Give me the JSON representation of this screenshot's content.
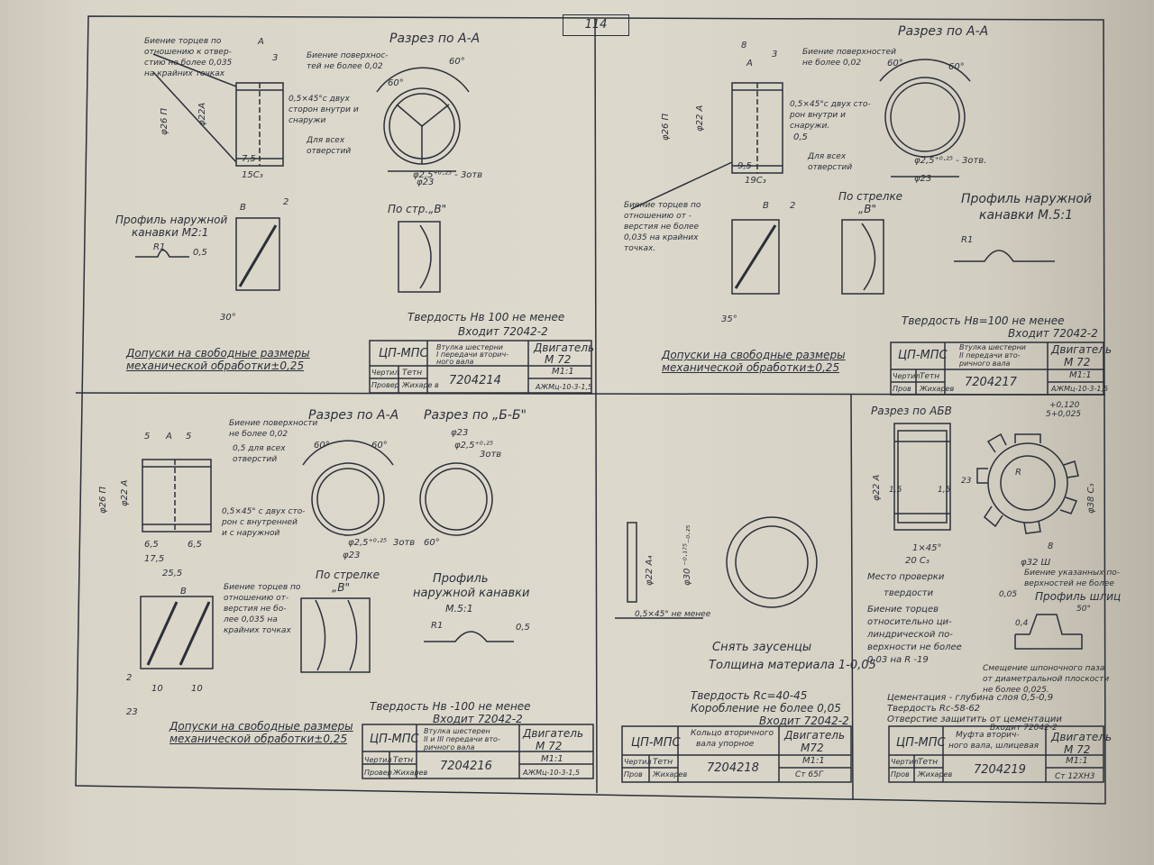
{
  "page_number": "114",
  "panels": [
    {
      "id": "7204214",
      "section": "Разрез по А-А",
      "view_title": "По стр.„В\"",
      "profile_title": [
        "Профиль наружной",
        "канавки  М2:1"
      ],
      "notes": [
        "Биение торцев по",
        "отношению к отвер-",
        "стию не более 0,035",
        "на крайних точках"
      ],
      "surface_note": [
        "Биение поверхнос-",
        "тей не более 0,02"
      ],
      "chamfer_note": [
        "0,5×45°с двух",
        "сторон внутри и",
        "снаружи"
      ],
      "holes_note": [
        "Для всех",
        "отверстий"
      ],
      "dims": {
        "d_outer": "φ26 П",
        "d_inner": "φ22А",
        "d_center": "φ23",
        "holes": "φ2,5⁺⁰·²⁵ - 3отв",
        "length": "15С₃",
        "w": "7,5",
        "r": "R1",
        "angle": "30°",
        "angle60a": "60°",
        "angle60b": "60°",
        "d05": "0,5",
        "a3": "3",
        "b2": "2",
        "b_label": "В",
        "a_label": "А"
      },
      "hardness": "Твердость Нв 100 не менее",
      "included": "Входит 72042-2",
      "tolerances": [
        "Допуски на свободные размеры",
        "механической обработки±0,25"
      ],
      "title_block": {
        "org": "ЦП-МПС",
        "part_name": [
          "Втулка шестерни",
          "I передачи вторич-",
          "ного вала"
        ],
        "product_label": "Двигатель",
        "product": "М 72",
        "scale": "М1:1",
        "number": "7204214",
        "material": "АЖМц-10-3-1,5",
        "row1": "Чертил",
        "row2": "Провер",
        "sig1": "Тетн",
        "sig2": "Жихаре в"
      }
    },
    {
      "id": "7204217",
      "section": "Разрез по А-А",
      "view_title": [
        "По стрелке",
        "„В\""
      ],
      "profile_title": [
        "Профиль наружной",
        "канавки  М.5:1"
      ],
      "notes": [
        "Биение торцев по",
        "отношению от -",
        "верстия не более",
        "0,035 на крайних",
        "точках."
      ],
      "surface_note": [
        "Биение поверхностей",
        "не более 0,02"
      ],
      "chamfer_note": [
        "0,5×45°с двух сто-",
        "рон внутри и",
        "снаружи."
      ],
      "holes_note": [
        "Для всех",
        "отверстий"
      ],
      "dims": {
        "d_outer": "φ26 П",
        "d_inner": "φ22 А",
        "d_center": "φ23",
        "holes": "φ2,5⁺⁰·²⁵ - 3отв.",
        "length": "19С₃",
        "w": "9,5",
        "r": "R1",
        "angle": "35°",
        "a8": "8",
        "a3": "3",
        "b2": "2",
        "angle60a": "60°",
        "angle60b": "60°",
        "b_label": "В",
        "a_label": "А",
        "d05": "0,5"
      },
      "hardness": "Твердость Нв=100 не менее",
      "included": "Входит 72042-2",
      "tolerances": [
        "Допуски на свободные размеры",
        "механической обработки±0,25"
      ],
      "title_block": {
        "org": "ЦП-МПС",
        "part_name": [
          "Втулка шестерни",
          "II передачи вто-",
          "ричного вала"
        ],
        "product_label": "Двигатель",
        "product": "М 72",
        "scale": "М1:1",
        "number": "7204217",
        "material": "АЖМц-10-3-1,5",
        "row1": "Чертил",
        "row2": "Пров",
        "sig1": "Тетн",
        "sig2": "Жихарев"
      }
    },
    {
      "id": "7204216",
      "section": "Разрез по А-А",
      "section2": "Разрез по „Б-Б\"",
      "view_title": [
        "По стрелке",
        "„В\""
      ],
      "profile_title": [
        "Профиль",
        "наружной канавки",
        "М.5:1"
      ],
      "notes": [
        "Биение торцев по",
        "отношению от-",
        "верстия не бо-",
        "лее 0,035 на",
        "крайних точках"
      ],
      "surface_note": [
        "Биение поверхности",
        "не более 0,02"
      ],
      "holes_note": [
        "0,5 для всех",
        "отверстий"
      ],
      "chamfer_note": [
        "0,5×45° с двух сто-",
        "рон с внутренней",
        "и с наружной"
      ],
      "dims": {
        "d_outer": "φ26 П",
        "d_inner": "φ22 А",
        "d_center": "φ23",
        "holes": "φ2,5⁺⁰·²⁵",
        "holes2": "3отв",
        "length": "25,5",
        "l2": "17,5",
        "w1": "6,5",
        "w2": "6,5",
        "w3": "5",
        "w4": "5",
        "a10": "10",
        "a10b": "10",
        "a2": "2",
        "a23": "23",
        "r": "R1",
        "d05": "0,5",
        "angle60a": "60°",
        "angle60b": "60°",
        "angle60c": "60°",
        "b_label": "В",
        "a_label": "А",
        "b2_label": "Б"
      },
      "hardness": "Твердость Нв -100 не менее",
      "included": "Входит 72042-2",
      "tolerances": [
        "Допуски на свободные размеры",
        "механической обработки±0,25"
      ],
      "title_block": {
        "org": "ЦП-МПС",
        "part_name": [
          "Втулка шестерен",
          "II и III передачи вто-",
          "ричного вала"
        ],
        "product_label": "Двигатель",
        "product": "М 72",
        "scale": "М1:1",
        "number": "7204216",
        "material": "АЖМц-10-3-1,5",
        "row1": "Чертил",
        "row2": "Провер",
        "sig1": "Тетн",
        "sig2": "Жихарев"
      }
    },
    {
      "id": "7204218",
      "dims": {
        "d_inner": "φ22 А₄",
        "d_outer": "φ30 ⁻⁰·¹⁷⁵₋₀.₂₅",
        "chamfer": "0,5×45° не менее"
      },
      "notes": [
        "Снять заусенцы",
        "Толщина материала 1-0,05"
      ],
      "hardness": "Твердость Rc=40-45",
      "warp": "Коробление не более 0,05",
      "included": "Входит 72042-2",
      "title_block": {
        "org": "ЦП-МПС",
        "part_name": [
          "Кольцо вторичного",
          "вала упорное"
        ],
        "product_label": "Двигатель",
        "product": "М72",
        "scale": "М1:1",
        "number": "7204218",
        "material": "Ст 65Г",
        "row1": "Чертил",
        "row2": "Пров",
        "sig1": "Тетн",
        "sig2": "Жихарев"
      }
    },
    {
      "id": "7204219",
      "section": "Разрез по АБВ",
      "profile_title": "Профиль шлиц",
      "notes": [
        "Место проверки",
        "твердости",
        "Биение торцев",
        "относительно ци-",
        "линдрической по-",
        "верхности не более",
        "0,03 на R -19"
      ],
      "surface_note": [
        "Биение указанных по-",
        "верхностей не более",
        "0,05"
      ],
      "spec": [
        "Смещение шпоночного паза",
        "от диаметральной плоскости",
        "не более 0,025.",
        "Цементация - глубина слоя 0,5-0,9",
        "Твердость Rc-58-62",
        "Отверстие защитить от цементации"
      ],
      "dims": {
        "d_inner": "φ22 А",
        "d_outer": "φ38 С₃",
        "d_spline": "φ32 Ш",
        "chamfer": "1×45°",
        "length": "20 С₃",
        "slot": "8",
        "tol1": "+0,120",
        "tol2": "5+0,025",
        "d23": "23",
        "d15a": "1,5",
        "d15b": "1,5",
        "r": "R",
        "angle50": "50°",
        "d04": "0,4"
      },
      "included": "Входит 72042-2",
      "title_block": {
        "org": "ЦП-МПС",
        "part_name": [
          "Муфта вторич-",
          "ного вала, шлицевая"
        ],
        "product_label": "Двигатель",
        "product": "М 72",
        "scale": "М1:1",
        "number": "7204219",
        "material": "Ст 12ХН3",
        "row1": "Чертил",
        "row2": "Пров",
        "sig1": "Тетн",
        "sig2": "Жихарев"
      }
    }
  ]
}
